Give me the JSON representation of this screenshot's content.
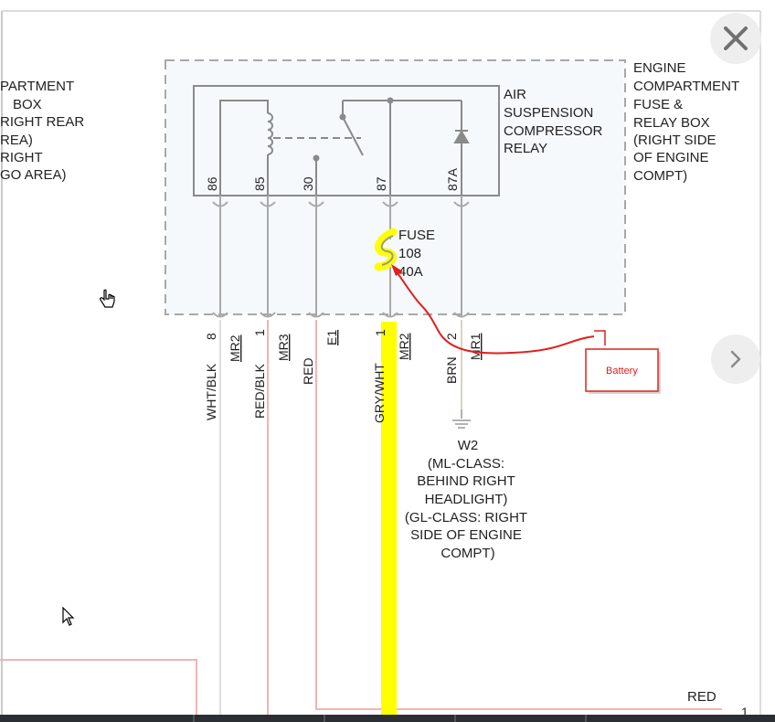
{
  "diagram": {
    "left_partial_label_lines": [
      "PARTMENT",
      "BOX",
      "RIGHT REAR",
      "REA)",
      "RIGHT",
      "GO AREA)"
    ],
    "box_label_lines": [
      "ENGINE",
      "COMPARTMENT",
      "FUSE &",
      "RELAY BOX",
      "(RIGHT SIDE",
      "OF ENGINE",
      "COMPT)"
    ],
    "relay_label_lines": [
      "AIR",
      "SUSPENSION",
      "COMPRESSOR",
      "RELAY"
    ],
    "relay_pins": [
      "86",
      "85",
      "30",
      "87",
      "87A"
    ],
    "fuse_label_lines": [
      "FUSE",
      "108",
      "40A"
    ],
    "connectors": [
      {
        "pin": "8",
        "name": "MR2",
        "wire": "WHT/BLK"
      },
      {
        "pin": "1",
        "name": "MR3",
        "wire": "RED/BLK"
      },
      {
        "pin": "",
        "name": "E1",
        "wire": "RED"
      },
      {
        "pin": "1",
        "name": "MR2",
        "wire": "GRY/WHT"
      },
      {
        "pin": "2",
        "name": "MR1",
        "wire": "BRN"
      }
    ],
    "ground_label_lines": [
      "W2",
      "(ML-CLASS:",
      "BEHIND RIGHT",
      "HEADLIGHT)",
      "(GL-CLASS: RIGHT",
      "SIDE OF ENGINE",
      "COMPT)"
    ],
    "bottom_wire_label": "RED",
    "bottom_page_marker": "1",
    "annotation": {
      "text": "Battery",
      "color": "#e0201c"
    },
    "highlight_color": "#ffff00"
  },
  "viewer": {
    "close_icon": "close-icon",
    "next_icon": "chevron-right-icon"
  }
}
